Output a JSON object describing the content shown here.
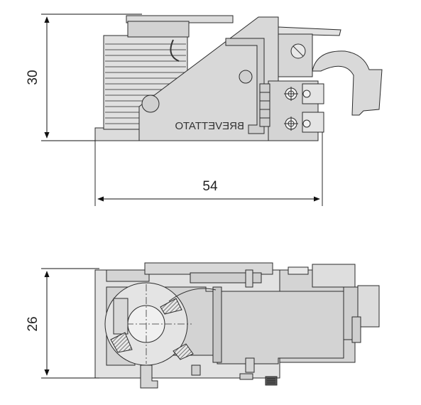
{
  "dimensions": {
    "side_height": "30",
    "side_length": "54",
    "bottom_height": "26"
  },
  "part_stamp": "BREVETTATO",
  "colors": {
    "body": "#dcdcdc",
    "body_dark": "#c4c4c4",
    "line": "#2b2b2b",
    "dimension": "#111111",
    "hatch": "#6e6e6e"
  }
}
